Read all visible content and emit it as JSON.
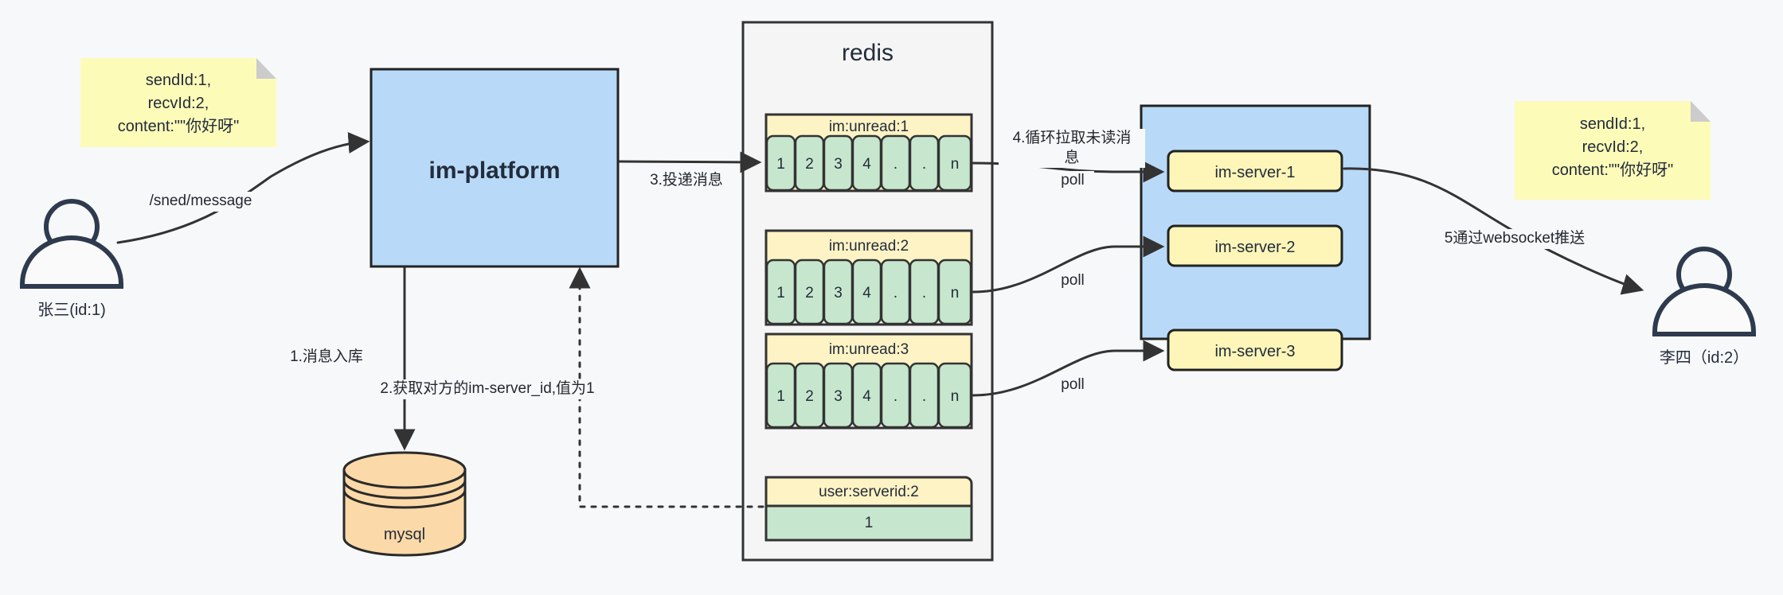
{
  "diagram": {
    "title": "IM message delivery architecture",
    "colors": {
      "background": "#f7f8fa",
      "stroke": "#333333",
      "note_fill": "#fdfbb8",
      "note_fold": "#cccccc",
      "platform_fill": "#b8daf8",
      "server_group_fill": "#b8daf8",
      "redis_fill": "#f5f5f5",
      "queue_fill": "#fdf3c4",
      "cell_fill": "#c7e6ce",
      "server_fill": "#fdf6b8",
      "mysql_fill": "#fcd9a8",
      "text": "#232c3b"
    },
    "actors": [
      {
        "id": "actor-sender",
        "label": "张三(id:1)"
      },
      {
        "id": "actor-receiver",
        "label": "李四（id:2）"
      }
    ],
    "notes": [
      {
        "id": "note-left",
        "lines": "sendId:1,\nrecvId:2,\ncontent:\"\"你好呀\""
      },
      {
        "id": "note-right",
        "lines": "sendId:1,\nrecvId:2,\ncontent:\"\"你好呀\""
      }
    ],
    "nodes": {
      "platform": {
        "label": "im-platform"
      },
      "mysql": {
        "label": "mysql"
      },
      "redis": {
        "label": "redis"
      },
      "server_group": {
        "servers": [
          {
            "label": "im-server-1"
          },
          {
            "label": "im-server-2"
          },
          {
            "label": "im-server-3"
          }
        ]
      }
    },
    "redis_keys": [
      {
        "key": "im:unread:1",
        "cells": [
          "1",
          "2",
          "3",
          "4",
          ".",
          ".",
          "n"
        ]
      },
      {
        "key": "im:unread:2",
        "cells": [
          "1",
          "2",
          "3",
          "4",
          ".",
          ".",
          "n"
        ]
      },
      {
        "key": "im:unread:3",
        "cells": [
          "1",
          "2",
          "3",
          "4",
          ".",
          ".",
          "n"
        ]
      }
    ],
    "redis_value_box": {
      "key": "user:serverid:2",
      "value": "1"
    },
    "edge_labels": [
      {
        "id": "edge-send-message",
        "text": "/sned/message"
      },
      {
        "id": "edge-step1",
        "text": "1.消息入库"
      },
      {
        "id": "edge-step2",
        "text": "2.获取对方的im-server_id,值为1"
      },
      {
        "id": "edge-step3",
        "text": "3.投递消息"
      },
      {
        "id": "edge-step4",
        "text": "4.循环拉取未读消\n息"
      },
      {
        "id": "edge-poll-1",
        "text": "poll"
      },
      {
        "id": "edge-poll-2",
        "text": "poll"
      },
      {
        "id": "edge-poll-3",
        "text": "poll"
      },
      {
        "id": "edge-step5",
        "text": "5通过websocket推送"
      }
    ]
  }
}
